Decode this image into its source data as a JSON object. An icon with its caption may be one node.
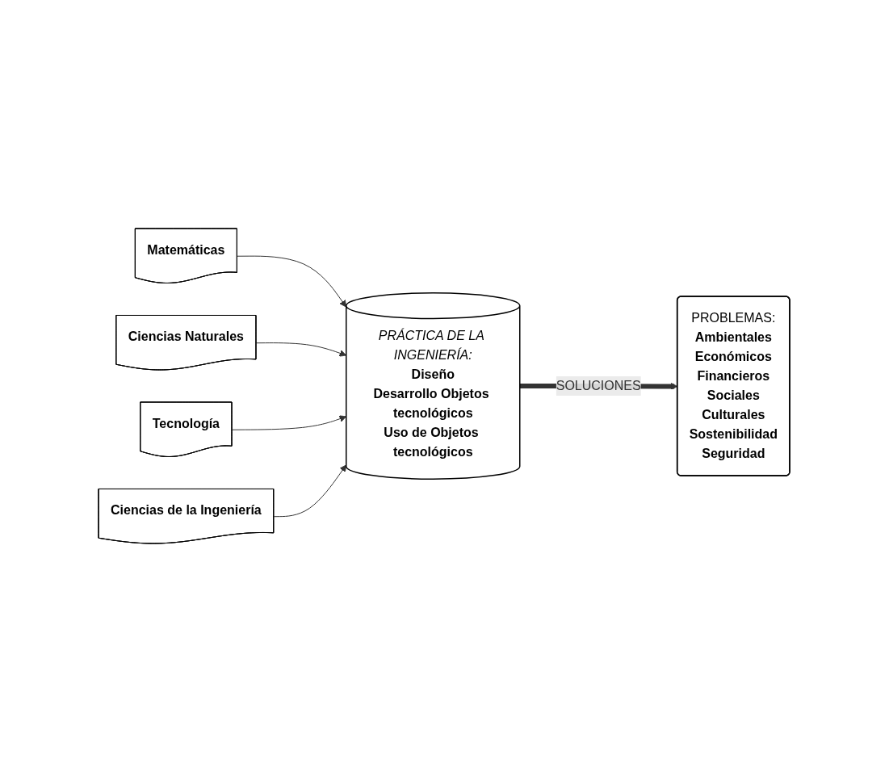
{
  "diagram": {
    "nodes": [
      {
        "text": [
          "Matemáticas"
        ]
      },
      {
        "text": [
          "Ciencias Naturales"
        ]
      },
      {
        "text": [
          "PRÁCTICA DE LA INGENIERÍA:",
          "Diseño",
          "Desarrollo Objetos tecnológicos",
          "Uso de Objetos tecnológicos"
        ]
      },
      {
        "text": [
          "PROBLEMAS:",
          "Ambientales",
          "Económicos",
          "Financieros",
          "Sociales",
          "Culturales",
          "Sostenibilidad",
          "Seguridad"
        ]
      },
      {
        "text": [
          "Tecnología"
        ]
      },
      {
        "text": [
          "Ciencias de la Ingeniería"
        ]
      }
    ],
    "edges": [
      {
        "from": 0,
        "to": 2,
        "arrow": "to"
      },
      {
        "from": 1,
        "to": 2,
        "arrow": "to"
      },
      {
        "from": 4,
        "to": 2,
        "arrow": "to"
      },
      {
        "from": 5,
        "to": 2,
        "arrow": "to"
      },
      {
        "from": 2,
        "to": 3,
        "arrow": "to",
        "label": "SOLUCIONES",
        "style": "thick"
      }
    ]
  }
}
